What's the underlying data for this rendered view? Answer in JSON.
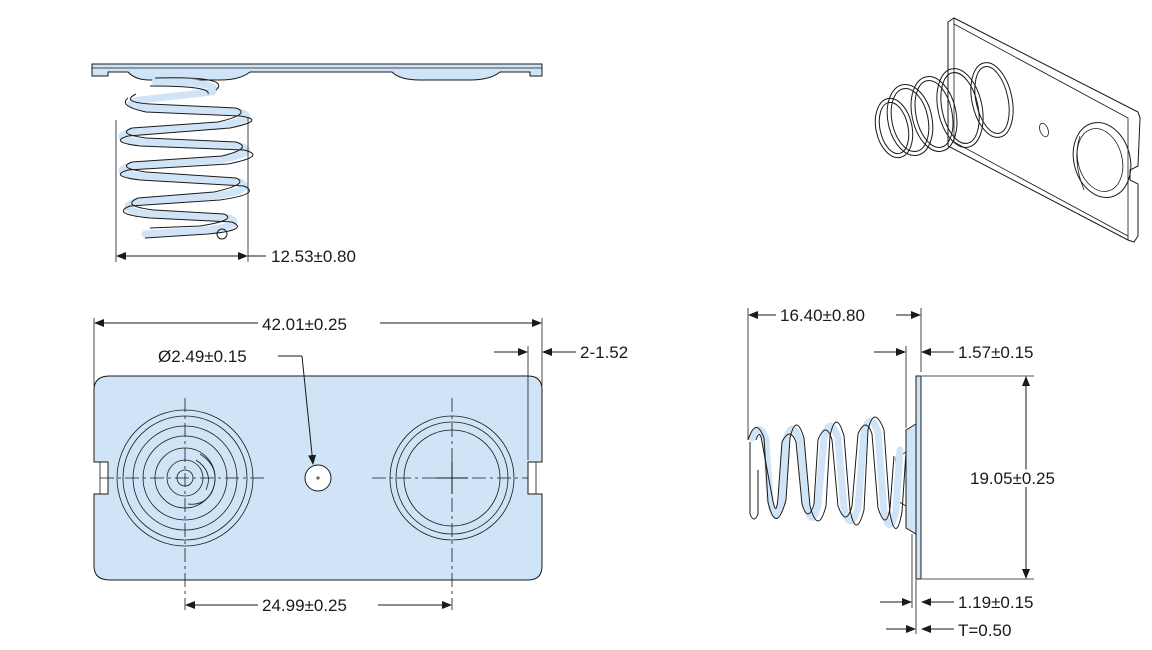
{
  "colors": {
    "part_fill": "#cfe4f6",
    "line": "#1a1a1a",
    "background": "#ffffff"
  },
  "dimensions": {
    "spring_width": "12.53±0.80",
    "overall_length": "42.01±0.25",
    "hole_diameter": "Ø2.49±0.15",
    "notch": "2-1.52",
    "contact_pitch": "24.99±0.25",
    "spring_height": "16.40±0.80",
    "offset_top": "1.57±0.15",
    "plate_height": "19.05±0.25",
    "offset_bottom": "1.19±0.15",
    "thickness": "T=0.50"
  }
}
